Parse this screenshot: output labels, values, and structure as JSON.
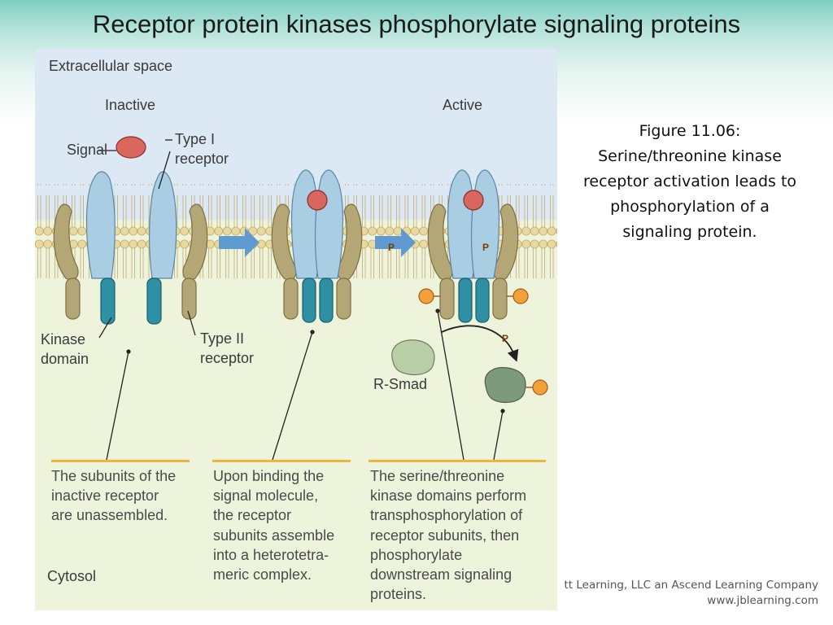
{
  "title": "Receptor protein kinases phosphorylate signaling proteins",
  "figure": {
    "extracellular": "Extracellular space",
    "cytosol": "Cytosol",
    "inactive": "Inactive",
    "active": "Active",
    "signal": "Signal",
    "type1": "Type I\nreceptor",
    "type2": "Type II\nreceptor",
    "kinase": "Kinase\ndomain",
    "rsmad": "R-Smad",
    "phospho": "P",
    "captions": [
      "The subunits of the\ninactive receptor\nare unassembled.",
      "Upon binding the\nsignal molecule,\nthe receptor\nsubunits assemble\ninto a heterotetra-\nmeric complex.",
      "The serine/threonine\nkinase domains perform\ntransphosphorylation of\nreceptor subunits, then\nphosphorylate\ndownstream signaling\nproteins."
    ],
    "colors": {
      "extracellular": "#dce8f3",
      "cytosol": "#eef4dc",
      "membrane_head": "#e8d9a0",
      "type1": "#a9cde3",
      "type2": "#b5a676",
      "kinase": "#2f8fa4",
      "signal": "#d9675e",
      "phosphate": "#f2a03a",
      "rsmad": "#b9cda6",
      "arrow": "#5f9bd1",
      "divider": "#f0b43a"
    }
  },
  "side_caption": "Figure 11.06:\nSerine/threonine kinase\nreceptor activation leads to\nphosphorylation of a\nsignaling protein.",
  "credit": {
    "line1": "tt Learning, LLC an Ascend Learning Company",
    "line2": "www.jblearning.com"
  }
}
